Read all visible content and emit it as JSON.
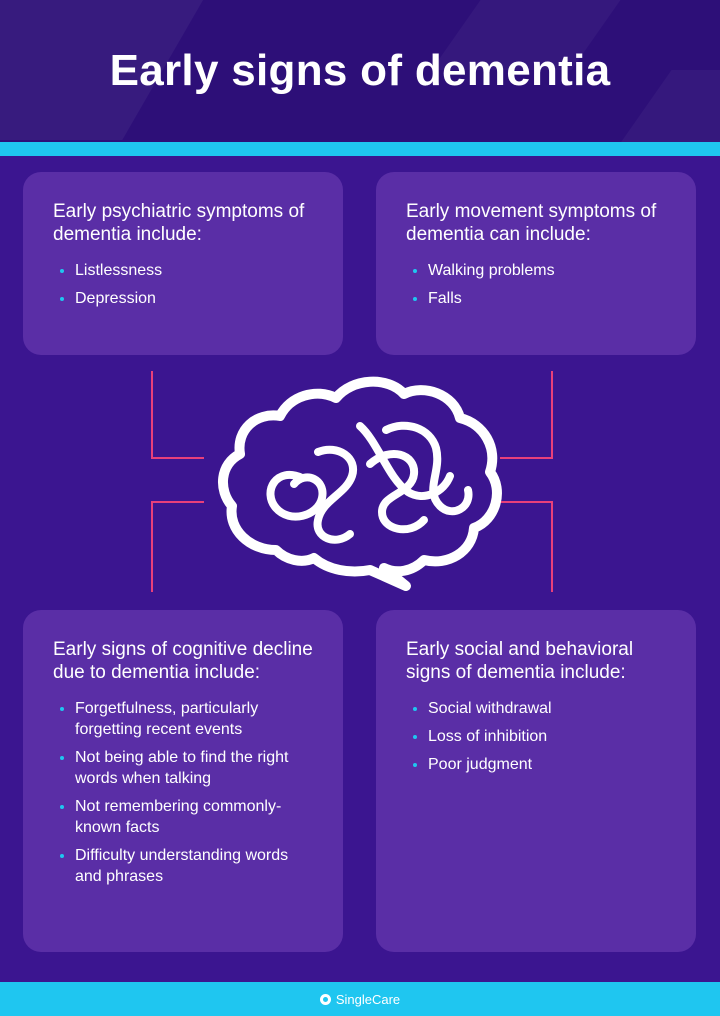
{
  "title": "Early signs of dementia",
  "cards": {
    "psychiatric": {
      "heading": "Early psychiatric symptoms of dementia include:",
      "items": [
        "Listlessness",
        "Depression"
      ]
    },
    "movement": {
      "heading": "Early movement symptoms of dementia can include:",
      "items": [
        "Walking problems",
        "Falls"
      ]
    },
    "cognitive": {
      "heading": "Early signs of cognitive decline due to dementia include:",
      "items": [
        "Forgetfulness, particularly forgetting recent events",
        "Not being able to find the right words when talking",
        "Not remembering commonly-known facts",
        "Difficulty understanding words and phrases"
      ]
    },
    "social": {
      "heading": "Early social and behavioral signs of dementia include:",
      "items": [
        "Social withdrawal",
        "Loss of inhibition",
        "Poor judgment"
      ]
    }
  },
  "brain_icon": "tangled-brain-icon",
  "brand": {
    "name": "SingleCare",
    "icon": "singlecare-logo-icon"
  },
  "colors": {
    "background": "#3b1590",
    "card": "#5a2ea6",
    "accent": "#1fc6f0",
    "connector": "#e8407a"
  }
}
